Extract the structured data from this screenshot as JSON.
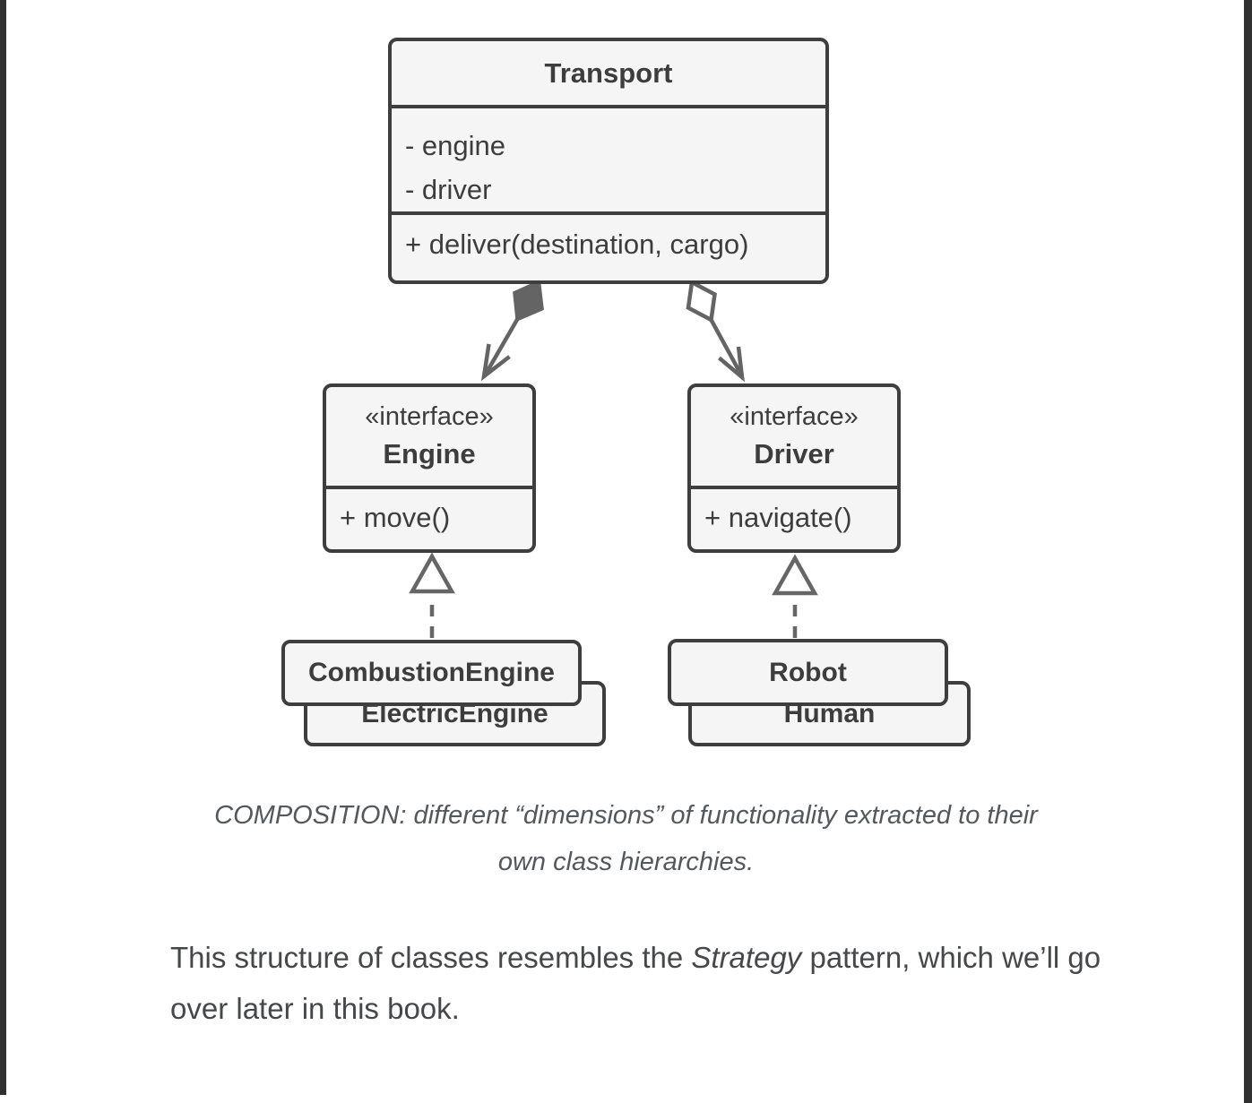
{
  "diagram": {
    "transport": {
      "name": "Transport",
      "fields": [
        "- engine",
        "- driver"
      ],
      "method": "+ deliver(destination, cargo)"
    },
    "engine": {
      "stereotype": "«interface»",
      "name": "Engine",
      "method": "+ move()"
    },
    "driver": {
      "stereotype": "«interface»",
      "name": "Driver",
      "method": "+ navigate()"
    },
    "engine_impls": [
      "CombustionEngine",
      "ElectricEngine"
    ],
    "driver_impls": [
      "Robot",
      "Human"
    ]
  },
  "caption": {
    "lines": [
      "COMPOSITION: different “dimensions” of functionality extracted to their",
      "own class hierarchies."
    ]
  },
  "paragraph": {
    "before": "This structure of classes resembles the ",
    "emphasis": "Strategy",
    "after": " pattern, which we’ll go over later in this book."
  },
  "colors": {
    "box_fill": "#f5f5f5",
    "box_border": "#3e3e3e",
    "arrow": "#646464",
    "caption_text": "#55585b",
    "body_text": "#454749",
    "edge_bar": "#313131",
    "page_background": "#ffffff"
  }
}
